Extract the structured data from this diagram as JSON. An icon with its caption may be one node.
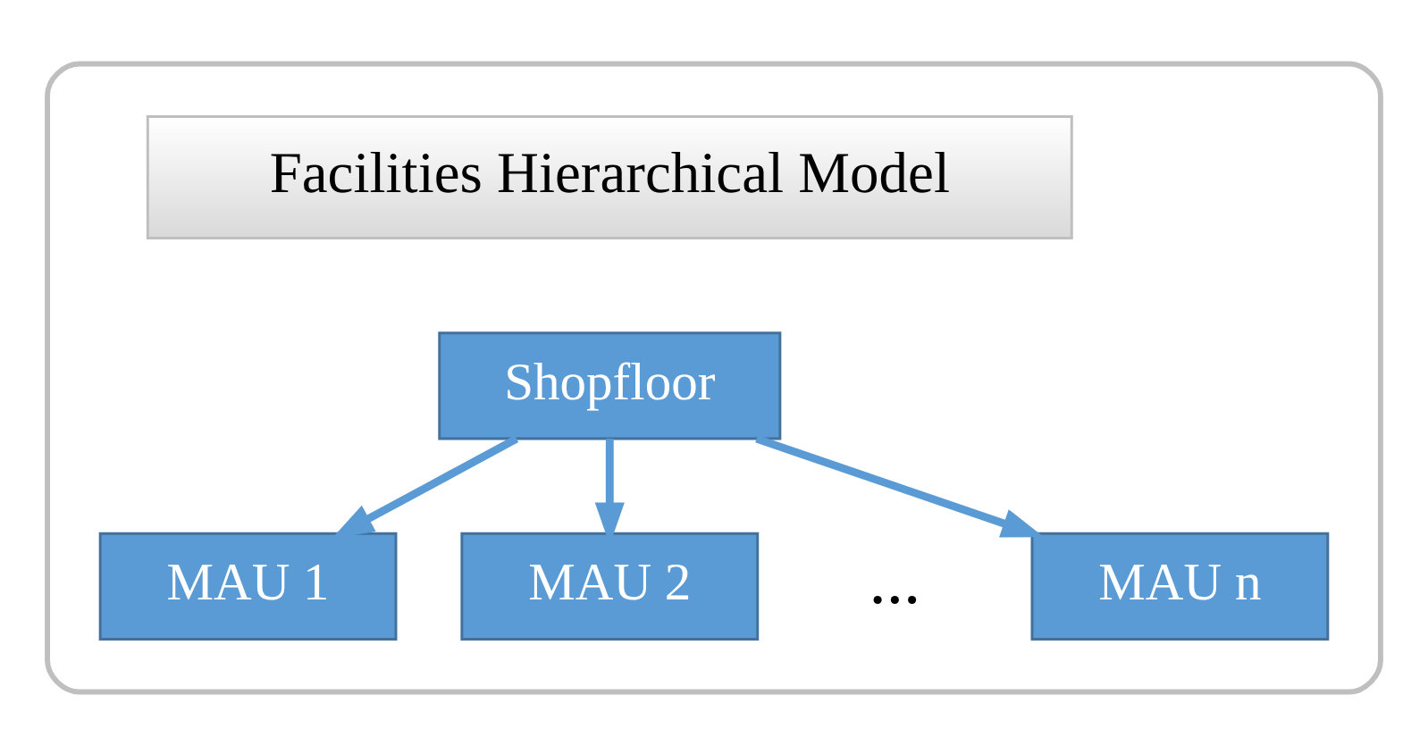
{
  "diagram": {
    "nodes": [
      {
        "text": [],
        "shape": "box"
      },
      {
        "text": [
          "Facilities Hierarchical Model"
        ],
        "in": 0
      },
      {
        "text": [
          "Shopfloor"
        ],
        "in": 0
      },
      {
        "text": [
          "MAU 1"
        ],
        "in": 0
      },
      {
        "text": [
          "MAU 2"
        ],
        "in": 0
      },
      {
        "text": [
          "MAU n"
        ],
        "in": 0
      }
    ],
    "edges": [
      {
        "from": 2,
        "to": 3,
        "arrow": "to"
      },
      {
        "from": 2,
        "to": 4,
        "arrow": "to"
      },
      {
        "from": 2,
        "to": 5,
        "arrow": "to"
      }
    ],
    "labels": [
      "..."
    ]
  }
}
